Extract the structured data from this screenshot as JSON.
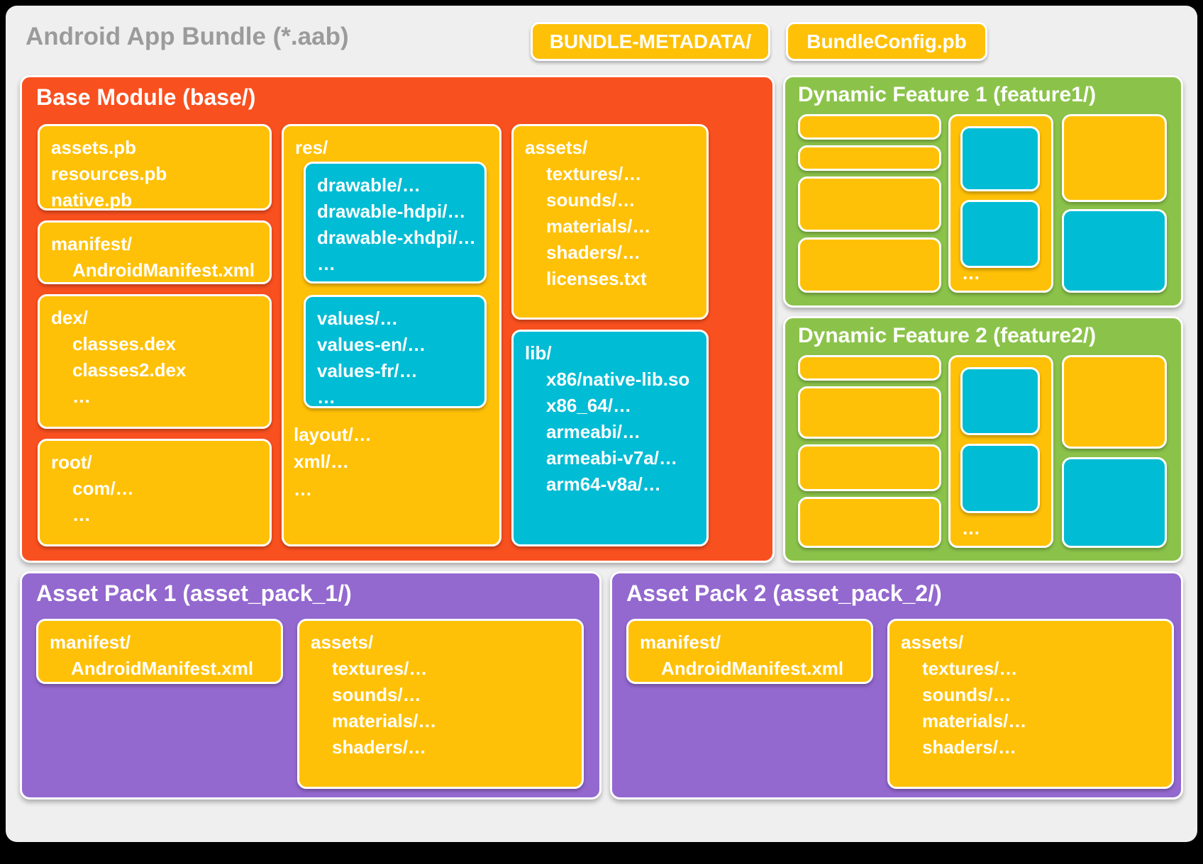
{
  "header": {
    "title": "Android App Bundle (*.aab)",
    "chips": [
      {
        "name": "bundle-metadata",
        "label": "BUNDLE-METADATA/"
      },
      {
        "name": "bundleconfig",
        "label": "BundleConfig.pb"
      }
    ]
  },
  "base_module": {
    "title": "Base Module (base/)",
    "pb": {
      "lines": [
        "assets.pb",
        "resources.pb",
        "native.pb"
      ]
    },
    "manifest": {
      "lines": [
        "manifest/",
        "AndroidManifest.xml"
      ]
    },
    "dex": {
      "lines": [
        "dex/",
        "classes.dex",
        "classes2.dex",
        "…"
      ]
    },
    "root": {
      "lines": [
        "root/",
        "com/…",
        "…"
      ]
    },
    "res": {
      "label": "res/",
      "drawable": {
        "lines": [
          "drawable/…",
          "drawable-hdpi/…",
          "drawable-xhdpi/…",
          "…"
        ]
      },
      "values": {
        "lines": [
          "values/…",
          "values-en/…",
          "values-fr/…",
          "…"
        ]
      },
      "tail": {
        "lines": [
          "layout/…",
          "xml/…",
          "…"
        ]
      }
    },
    "assets": {
      "lines": [
        "assets/",
        "textures/…",
        "sounds/…",
        "materials/…",
        "shaders/…",
        "licenses.txt"
      ]
    },
    "lib": {
      "lines": [
        "lib/",
        "x86/native-lib.so",
        "x86_64/…",
        "armeabi/…",
        "armeabi-v7a/…",
        "arm64-v8a/…"
      ]
    }
  },
  "features": [
    {
      "name": "feature-1",
      "title": "Dynamic Feature 1 (feature1/)",
      "dots": "…"
    },
    {
      "name": "feature-2",
      "title": "Dynamic Feature 2 (feature2/)",
      "dots": "…"
    }
  ],
  "asset_packs": [
    {
      "name": "asset-pack-1",
      "title": "Asset Pack 1 (asset_pack_1/)",
      "manifest": {
        "lines": [
          "manifest/",
          "AndroidManifest.xml"
        ]
      },
      "assets": {
        "lines": [
          "assets/",
          "textures/…",
          "sounds/…",
          "materials/…",
          "shaders/…"
        ]
      }
    },
    {
      "name": "asset-pack-2",
      "title": "Asset Pack 2 (asset_pack_2/)",
      "manifest": {
        "lines": [
          "manifest/",
          "AndroidManifest.xml"
        ]
      },
      "assets": {
        "lines": [
          "assets/",
          "textures/…",
          "sounds/…",
          "materials/…",
          "shaders/…"
        ]
      }
    }
  ],
  "colors": {
    "page_background": "#efefef",
    "outer_background": "#000000",
    "base_module": "#f9501f",
    "feature_module": "#8bc34a",
    "asset_pack": "#9368cf",
    "yellow_box": "#ffc107",
    "cyan_box": "#00bcd4",
    "title_text": "#9b9b9b",
    "box_text": "#ffffff"
  }
}
